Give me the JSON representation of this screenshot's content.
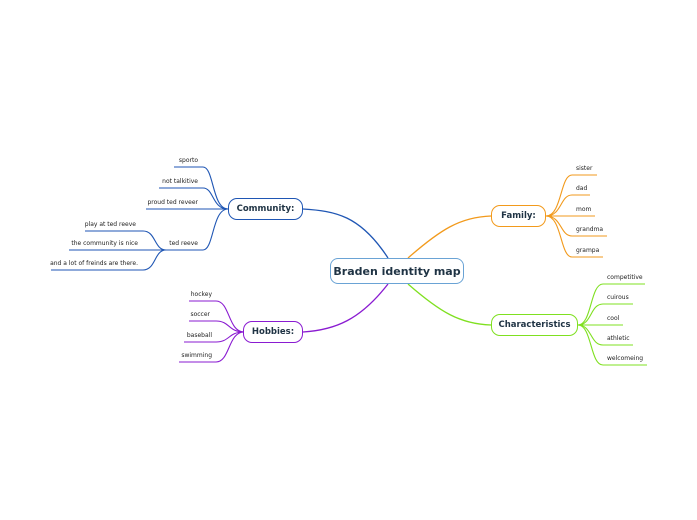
{
  "root": {
    "label": "Braden identity map"
  },
  "branches": {
    "community": {
      "label": "Community:",
      "color": "#1f56b4",
      "items": [
        "sporto",
        "not talkitive",
        "proud ted reveer",
        "ted reeve"
      ],
      "sub_items": [
        "play at ted reeve",
        "the community is nice",
        "and a lot of freinds are there."
      ]
    },
    "hobbies": {
      "label": "Hobbies:",
      "color": "#8a1bd1",
      "items": [
        "hockey",
        "soccer",
        "baseball",
        "swimming"
      ]
    },
    "family": {
      "label": "Family:",
      "color": "#f29a1c",
      "items": [
        "sister",
        "dad",
        "mom",
        "grandma",
        "grampa"
      ]
    },
    "characteristics": {
      "label": "Characteristics",
      "color": "#7fe020",
      "items": [
        "competitive",
        "cuirous",
        "cool",
        "athletic",
        "welcomeing"
      ]
    }
  }
}
